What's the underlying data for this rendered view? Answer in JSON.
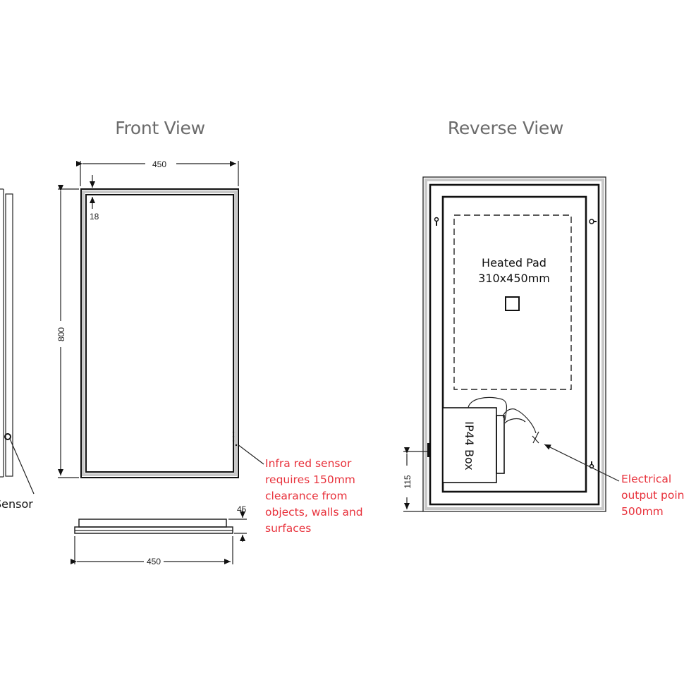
{
  "titles": {
    "front": "Front View",
    "reverse": "Reverse View"
  },
  "dimensions": {
    "front_width": "450",
    "front_height": "800",
    "frame_border": "18",
    "depth": "45",
    "bottom_width": "450",
    "box_offset": "115"
  },
  "labels": {
    "heated_pad_line1": "Heated Pad",
    "heated_pad_line2": "310x450mm",
    "ip44_box": "IP44 Box",
    "side_sensor_partial": "Sensor"
  },
  "notes": {
    "sensor": [
      "Infra red sensor",
      "requires 150mm",
      "clearance from",
      "objects, walls and",
      "surfaces"
    ],
    "electrical": [
      "Electrical",
      "output point",
      "500mm"
    ]
  },
  "colors": {
    "title": "#6b6b6b",
    "note": "#e8323c",
    "line": "#222222",
    "hatch": "#c8c8c8"
  }
}
